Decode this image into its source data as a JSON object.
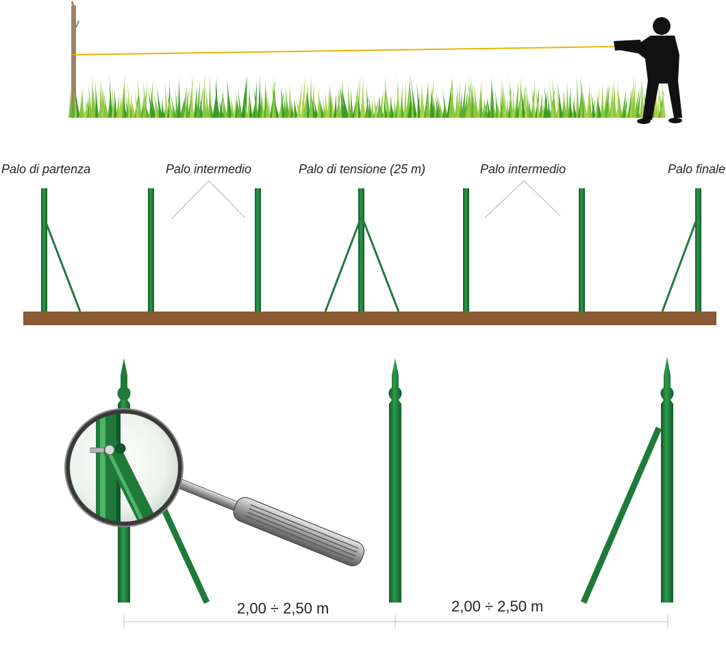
{
  "labels": {
    "start_post": "Palo di partenza",
    "intermediate_post_1": "Palo intermedio",
    "tension_post": "Palo di tensione (25 m)",
    "intermediate_post_2": "Palo intermedio",
    "end_post": "Palo finale"
  },
  "dimensions": {
    "span_1": "2,00 ÷ 2,50 m",
    "span_2": "2,00 ÷ 2,50 m"
  },
  "colors": {
    "post_green": "#1f7a3a",
    "post_dark": "#0f5a27",
    "ground_brown": "#8a5a32",
    "wire_yellow": "#e8b400",
    "grass_light": "#8cc63f",
    "grass_dark": "#3a9a2a",
    "silhouette": "#111111",
    "dimension_line": "#bbbbbb"
  },
  "icons": {
    "magnifier": "magnifying-glass-icon",
    "person": "person-silhouette-icon"
  }
}
